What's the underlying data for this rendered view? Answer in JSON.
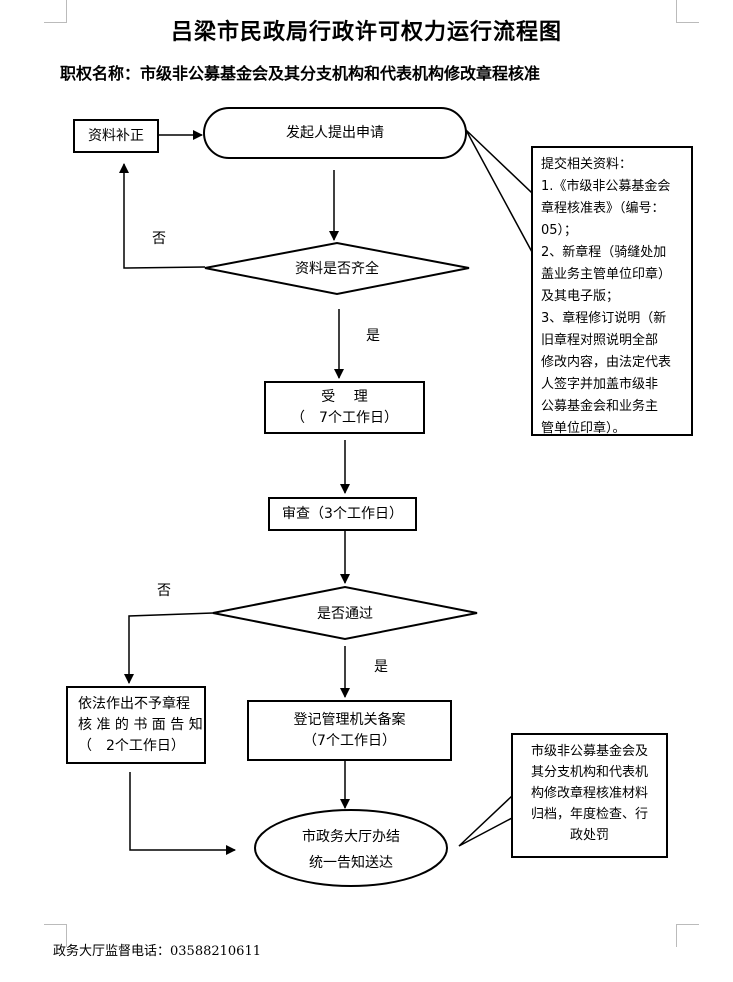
{
  "title": "吕梁市民政局行政许可权力运行流程图",
  "subtitle": "职权名称：市级非公募基金会及其分支机构和代表机构修改章程核准",
  "nodes": {
    "supplement": "资料补正",
    "apply": "发起人提出申请",
    "complete_check": "资料是否齐全",
    "accept_line1": "受　 理",
    "accept_line2": "（　7个工作日）",
    "review": "审查（3个工作日）",
    "pass_check": "是否通过",
    "reject_line1": "依法作出不予章程",
    "reject_line2": "核 准 的 书 面 告 知",
    "reject_line3": "（　2个工作日）",
    "register_line1": "登记管理机关备案",
    "register_line2": "（7个工作日）",
    "deliver_line1": "市政务大厅办结",
    "deliver_line2": "统一告知送达"
  },
  "labels": {
    "no1": "否",
    "yes1": "是",
    "no2": "否",
    "yes2": "是"
  },
  "materials_note": {
    "lines": [
      "提交相关资料：",
      "1.《市级非公募基金会",
      "章程核准表》（编号：",
      "05）；",
      "2、新章程（骑缝处加",
      "盖业务主管单位印章）",
      "及其电子版；",
      "3、章程修订说明（新",
      "旧章程对照说明全部",
      "修改内容，由法定代表",
      "人签字并加盖市级非",
      "公募基金会和业务主",
      "管单位印章）。"
    ]
  },
  "archive_note": {
    "lines": [
      "市级非公募基金会及",
      "其分支机构和代表机",
      "构修改章程核准材料",
      "归档，年度检查、行",
      "政处罚"
    ]
  },
  "footer": "政务大厅监督电话：03588210611"
}
